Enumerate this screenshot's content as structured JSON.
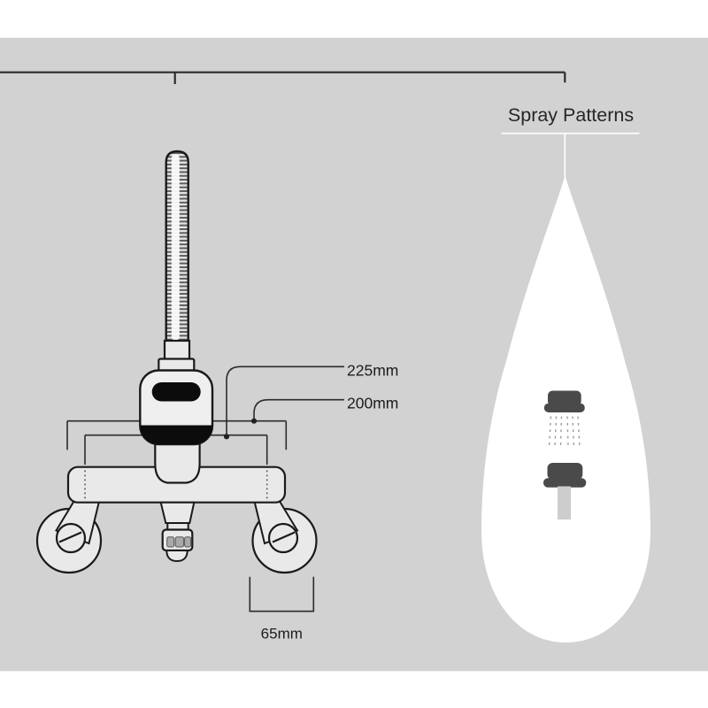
{
  "header": {
    "spray_section_title": "Spray Patterns"
  },
  "dimension_labels": {
    "height": "225mm",
    "width": "200mm",
    "handle": "65mm"
  },
  "spray_section": {
    "icons": [
      "shower-spray-icon",
      "shower-stream-icon"
    ]
  },
  "colors": {
    "background_gray": "#d2d2d2",
    "background_white": "#ffffff",
    "fixture_fill": "#e9e9e9",
    "outline": "#1a1a1a",
    "dimension_line": "#2b2b2b",
    "icon_dark": "#4a4a4a",
    "spray_dash": "#9a9a9a",
    "water_stream": "#cdcdcd",
    "nut_facet": "#a9a9a9",
    "label_text": "#1c1c1c"
  }
}
